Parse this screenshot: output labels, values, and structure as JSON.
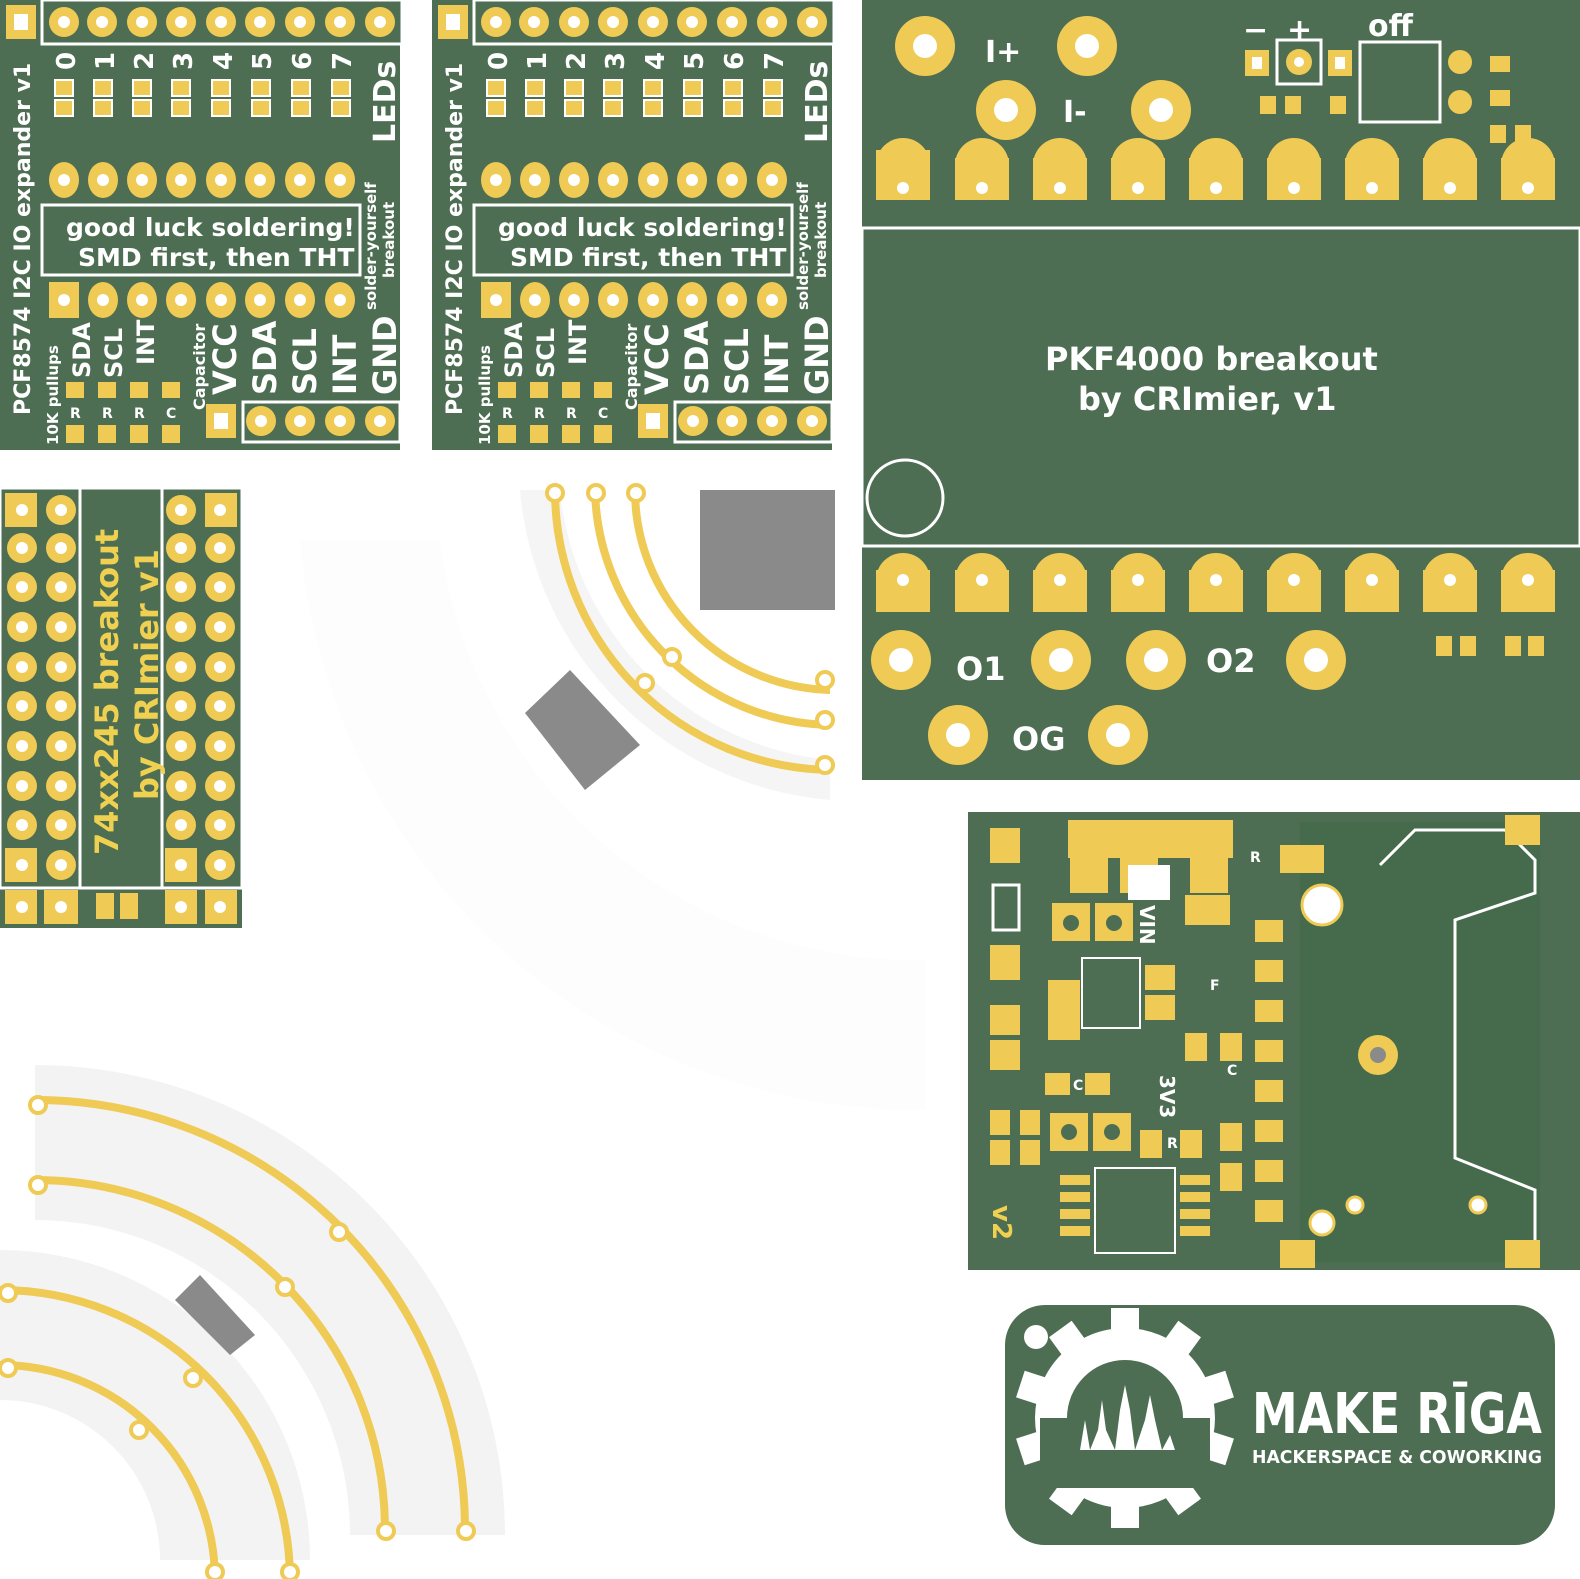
{
  "colors": {
    "board": "#4d6e53",
    "board_dark": "#466a4c",
    "pad": "#efca54",
    "hole": "#ffffff",
    "silk": "#ffffff",
    "mousebite": "#f4f4f4",
    "rail": "#f5f5f5",
    "cutout": "#8a8a8a"
  },
  "pcf_board": {
    "title": "PCF8574 I2C IO expander v1",
    "channel_labels": [
      "0",
      "1",
      "2",
      "3",
      "4",
      "5",
      "6",
      "7"
    ],
    "leds_label": "LEDs",
    "note_line1": "good luck soldering!",
    "note_line2": "SMD first, then THT",
    "breakout_label_1": "solder-yourself",
    "breakout_label_2": "breakout",
    "pullup_label": "10K pullups",
    "pullup_pins": [
      "SDA",
      "SCL",
      "INT"
    ],
    "capacitor_label": "Capacitor",
    "header_pins": [
      "VCC",
      "SDA",
      "SCL",
      "INT",
      "GND"
    ],
    "r_marker": "R",
    "c_marker": "C"
  },
  "pkf_board": {
    "title_line1": "PKF4000 breakout",
    "title_line2": "by CRImier, v1",
    "i_plus": "I+",
    "i_minus": "I-",
    "minus": "−",
    "plus": "+",
    "off": "off",
    "o1": "O1",
    "o2": "O2",
    "og": "OG"
  },
  "ic_board": {
    "title_line1": "74xx245 breakout",
    "title_line2": "by CRImier v1"
  },
  "power_board": {
    "vin": "VIN",
    "v3v3": "3V3",
    "version": "v2",
    "r_marker": "R",
    "c_marker": "C",
    "f_marker": "F"
  },
  "logo": {
    "name": "MAKE RĪGA",
    "subtitle": "HACKERSPACE & COWORKING"
  }
}
